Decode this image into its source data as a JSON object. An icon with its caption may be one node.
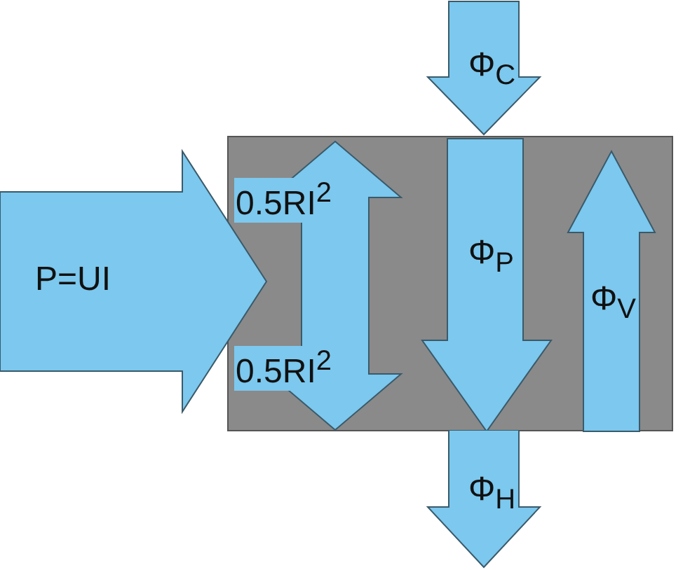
{
  "diagram": {
    "nodes": [
      {
        "text": [],
        "shape": "box"
      },
      {
        "text": [
          "Φ$_{C}$"
        ]
      },
      {
        "text": [
          "P=UI"
        ]
      },
      {
        "text": [
          "0.5RI$^{2}$",
          "0.5RI$^{2}$"
        ],
        "in": 0
      },
      {
        "text": [
          "Φ$_{P}$"
        ],
        "in": 0
      },
      {
        "text": [
          "Φ$_{V}$"
        ],
        "in": 0
      },
      {
        "text": [
          "Φ$_{H}$"
        ]
      }
    ]
  }
}
